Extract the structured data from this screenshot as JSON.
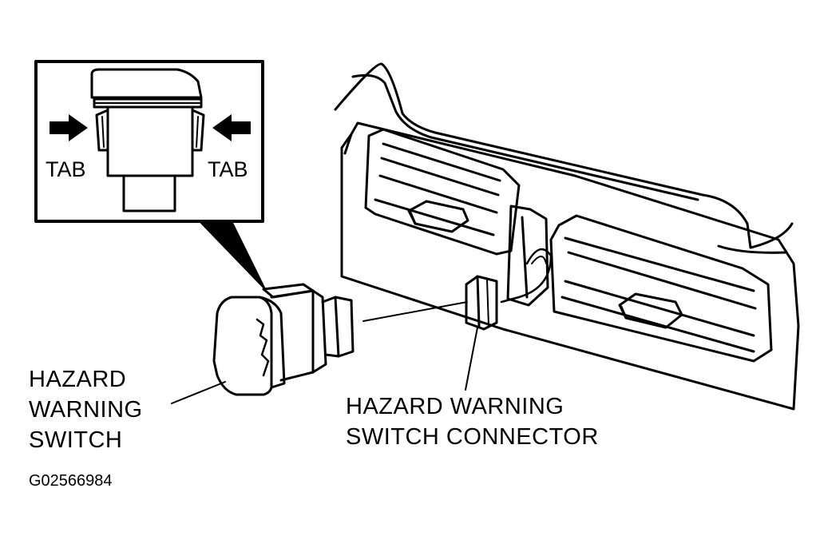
{
  "labels": {
    "tab_left": "TAB",
    "tab_right": "TAB",
    "switch_line1": "HAZARD",
    "switch_line2": "WARNING",
    "switch_line3": "SWITCH",
    "connector_line1": "HAZARD WARNING",
    "connector_line2": "SWITCH CONNECTOR",
    "figure_id": "G02566984"
  },
  "colors": {
    "ink": "#000000",
    "paper": "#ffffff"
  }
}
